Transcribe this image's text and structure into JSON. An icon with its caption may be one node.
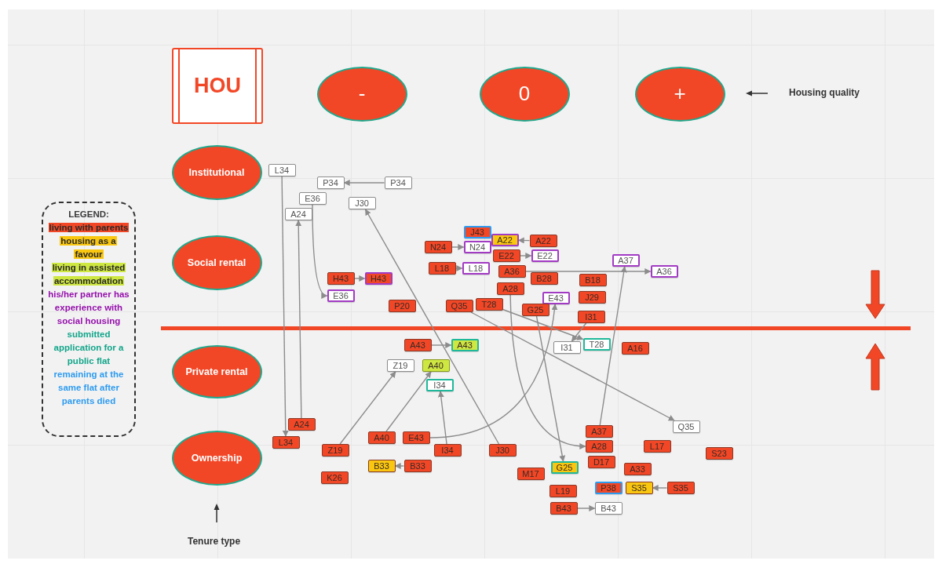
{
  "diagram": {
    "nodes": [
      {
        "text": [
          "HOU"
        ]
      },
      {
        "text": [
          "-"
        ]
      },
      {
        "text": [
          "0"
        ]
      },
      {
        "text": [
          "+"
        ]
      },
      {
        "text": [
          "Institutional"
        ]
      },
      {
        "text": [
          "Social rental"
        ]
      },
      {
        "text": [
          "Private rental"
        ]
      },
      {
        "text": [
          "Ownership"
        ]
      },
      {
        "text": [
          "L34"
        ]
      },
      {
        "text": [
          "P34"
        ]
      },
      {
        "text": [
          "P34"
        ]
      },
      {
        "text": [
          "E36"
        ]
      },
      {
        "text": [
          "A24"
        ]
      },
      {
        "text": [
          "J30"
        ]
      },
      {
        "text": [
          "J43"
        ]
      },
      {
        "text": [
          "A22"
        ]
      },
      {
        "text": [
          "A22"
        ]
      },
      {
        "text": [
          "N24"
        ]
      },
      {
        "text": [
          "N24"
        ]
      },
      {
        "text": [
          "E22"
        ]
      },
      {
        "text": [
          "E22"
        ]
      },
      {
        "text": [
          "L18"
        ]
      },
      {
        "text": [
          "L18"
        ]
      },
      {
        "text": [
          "A36"
        ]
      },
      {
        "text": [
          "A36"
        ]
      },
      {
        "text": [
          "A37"
        ]
      },
      {
        "text": [
          "H43"
        ]
      },
      {
        "text": [
          "H43"
        ]
      },
      {
        "text": [
          "B28"
        ]
      },
      {
        "text": [
          "B18"
        ]
      },
      {
        "text": [
          "E36"
        ]
      },
      {
        "text": [
          "A28"
        ]
      },
      {
        "text": [
          "E43"
        ]
      },
      {
        "text": [
          "J29"
        ]
      },
      {
        "text": [
          "P20"
        ]
      },
      {
        "text": [
          "Q35"
        ]
      },
      {
        "text": [
          "T28"
        ]
      },
      {
        "text": [
          "G25"
        ]
      },
      {
        "text": [
          "I31"
        ]
      },
      {
        "text": [
          "A43"
        ]
      },
      {
        "text": [
          "A43"
        ]
      },
      {
        "text": [
          "I31"
        ]
      },
      {
        "text": [
          "T28"
        ]
      },
      {
        "text": [
          "A16"
        ]
      },
      {
        "text": [
          "Z19"
        ]
      },
      {
        "text": [
          "A40"
        ]
      },
      {
        "text": [
          "I34"
        ]
      },
      {
        "text": [
          "A24"
        ]
      },
      {
        "text": [
          "A40"
        ]
      },
      {
        "text": [
          "E43"
        ]
      },
      {
        "text": [
          "L34"
        ]
      },
      {
        "text": [
          "Z19"
        ]
      },
      {
        "text": [
          "I34"
        ]
      },
      {
        "text": [
          "J30"
        ]
      },
      {
        "text": [
          "A37"
        ]
      },
      {
        "text": [
          "A28"
        ]
      },
      {
        "text": [
          "Q35"
        ]
      },
      {
        "text": [
          "L17"
        ]
      },
      {
        "text": [
          "S23"
        ]
      },
      {
        "text": [
          "B33"
        ]
      },
      {
        "text": [
          "B33"
        ]
      },
      {
        "text": [
          "D17"
        ]
      },
      {
        "text": [
          "G25"
        ]
      },
      {
        "text": [
          "M17"
        ]
      },
      {
        "text": [
          "A33"
        ]
      },
      {
        "text": [
          "K26"
        ]
      },
      {
        "text": [
          "L19"
        ]
      },
      {
        "text": [
          "P38"
        ]
      },
      {
        "text": [
          "S35"
        ]
      },
      {
        "text": [
          "S35"
        ]
      },
      {
        "text": [
          "B43"
        ]
      },
      {
        "text": [
          "B43"
        ]
      }
    ],
    "edges": [
      {
        "from": 8,
        "to": 50,
        "arrow": "to"
      },
      {
        "from": 47,
        "to": 12,
        "arrow": "to"
      },
      {
        "from": 10,
        "to": 9,
        "arrow": "to"
      },
      {
        "from": 11,
        "to": 30,
        "arrow": "to"
      },
      {
        "from": 53,
        "to": 13,
        "arrow": "to"
      },
      {
        "from": 26,
        "to": 27,
        "arrow": "to"
      },
      {
        "from": 17,
        "to": 18,
        "arrow": "to"
      },
      {
        "from": 16,
        "to": 15,
        "arrow": "to"
      },
      {
        "from": 19,
        "to": 20,
        "arrow": "to"
      },
      {
        "from": 21,
        "to": 22,
        "arrow": "to"
      },
      {
        "from": 23,
        "to": 24,
        "arrow": "to"
      },
      {
        "from": 54,
        "to": 25,
        "arrow": "to"
      },
      {
        "from": 31,
        "to": 55,
        "arrow": "to"
      },
      {
        "from": 37,
        "to": 62,
        "arrow": "to"
      },
      {
        "from": 49,
        "to": 32,
        "arrow": "to"
      },
      {
        "from": 35,
        "to": 56,
        "arrow": "to"
      },
      {
        "from": 36,
        "to": 42,
        "arrow": "to"
      },
      {
        "from": 38,
        "to": 41,
        "arrow": "to"
      },
      {
        "from": 39,
        "to": 40,
        "arrow": "to"
      },
      {
        "from": 51,
        "to": 44,
        "arrow": "to"
      },
      {
        "from": 48,
        "to": 45,
        "arrow": "to"
      },
      {
        "from": 52,
        "to": 46,
        "arrow": "to"
      },
      {
        "from": 60,
        "to": 59,
        "arrow": "to"
      },
      {
        "from": 69,
        "to": 68,
        "arrow": "to"
      },
      {
        "from": 70,
        "to": 71,
        "arrow": "to"
      }
    ],
    "labels": [
      "LEGEND:",
      "Housing quality",
      "Tenure type"
    ],
    "legend": [
      {
        "text": "living with parents",
        "color": "#f24726"
      },
      {
        "text": "housing as a favour",
        "color": "#fac710"
      },
      {
        "text": "living in assisted accommodation",
        "color": "#cee741"
      },
      {
        "text": "his/her partner has experience with social housing",
        "color": "#9510ac"
      },
      {
        "text": "submitted application for a public flat",
        "color": "#12a58a"
      },
      {
        "text": "remaining at the same flat after parents died",
        "color": "#2d9bf0"
      }
    ]
  }
}
